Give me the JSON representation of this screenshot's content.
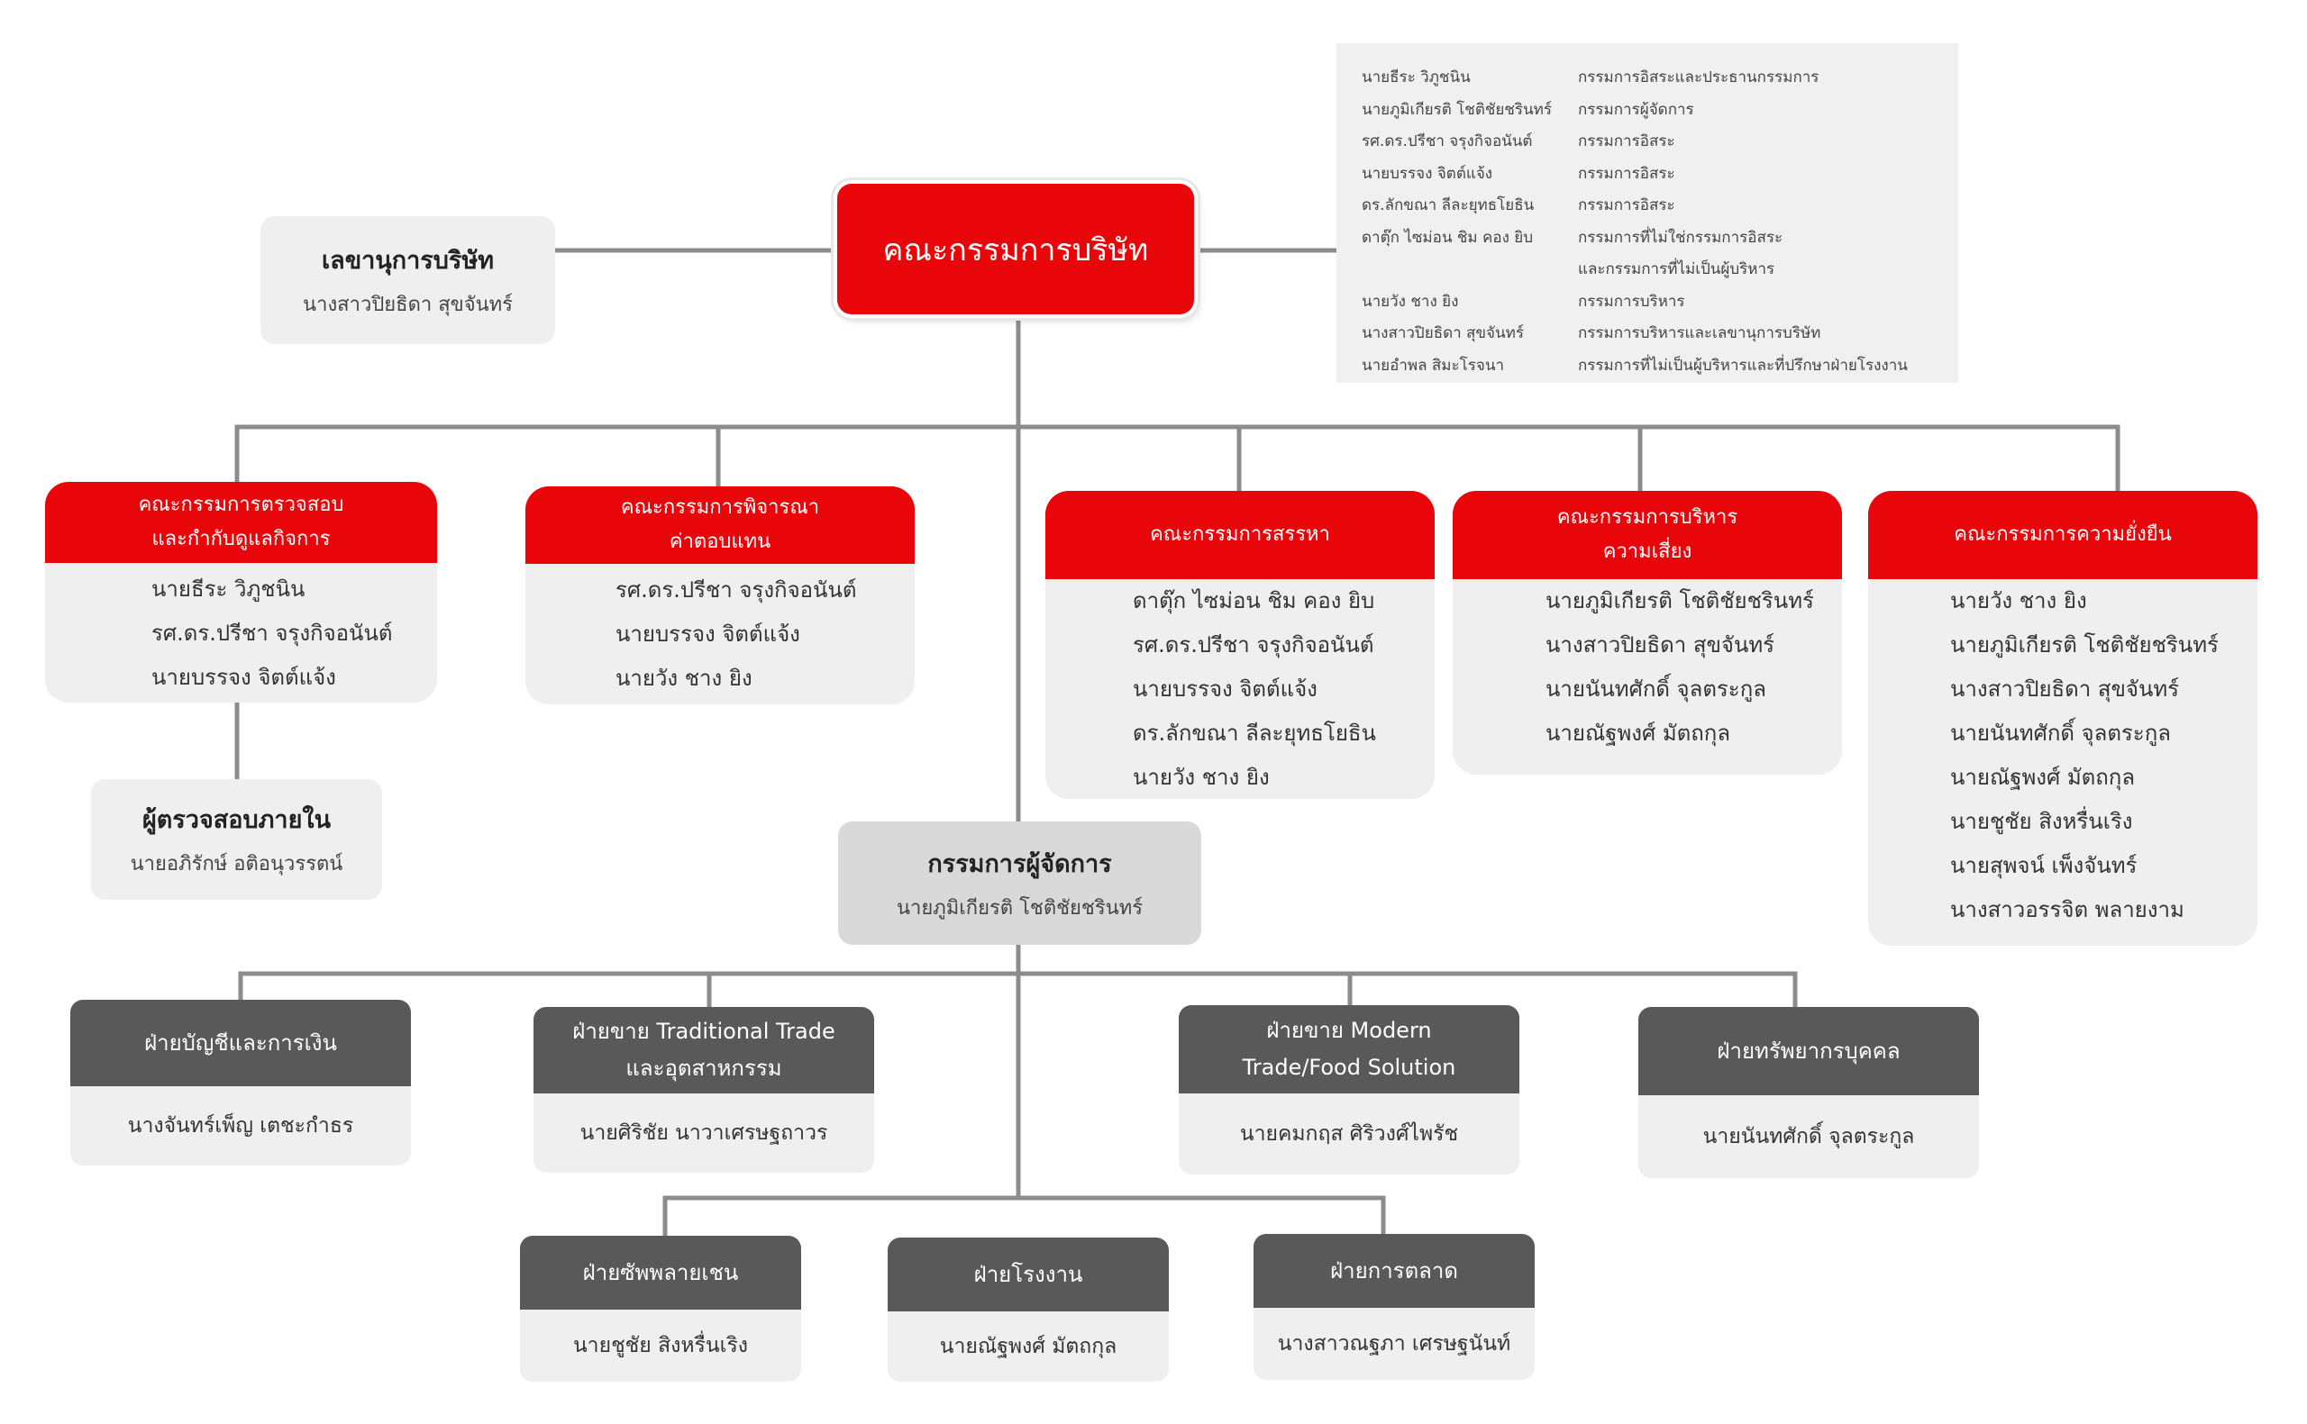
{
  "board": {
    "title": "คณะกรรมการบริษัท",
    "members": [
      {
        "name": "นายธีระ วิภูชนิน",
        "role": "กรรมการอิสระและประธานกรรมการ"
      },
      {
        "name": "นายภูมิเกียรติ โชติชัยชรินทร์",
        "role": "กรรมการผู้จัดการ"
      },
      {
        "name": "รศ.ดร.ปรีชา จรุงกิจอนันต์",
        "role": "กรรมการอิสระ"
      },
      {
        "name": "นายบรรจง จิตต์แจ้ง",
        "role": "กรรมการอิสระ"
      },
      {
        "name": "ดร.ลักขณา ลีละยุทธโยธิน",
        "role": "กรรมการอิสระ"
      },
      {
        "name": "ดาตุ๊ก ไซม่อน ชิม คอง ยิบ",
        "role": "กรรมการที่ไม่ใช่กรรมการอิสระ"
      },
      {
        "name": "",
        "role": "และกรรมการที่ไม่เป็นผู้บริหาร"
      },
      {
        "name": "นายวัง ชาง ยิง",
        "role": "กรรมการบริหาร"
      },
      {
        "name": "นางสาวปิยธิดา สุขจันทร์",
        "role": "กรรมการบริหารและเลขานุการบริษัท"
      },
      {
        "name": "นายอำพล สิมะโรจนา",
        "role": "กรรมการที่ไม่เป็นผู้บริหารและที่ปรึกษาฝ่ายโรงงาน"
      }
    ]
  },
  "secretary": {
    "title": "เลขานุการบริษัท",
    "name": "นางสาวปิยธิดา สุขจันทร์"
  },
  "internal_audit": {
    "title": "ผู้ตรวจสอบภายใน",
    "name": "นายอภิรักษ์ อติอนุวรรตน์"
  },
  "managing_director": {
    "title": "กรรมการผู้จัดการ",
    "name": "นายภูมิเกียรติ โชติชัยชรินทร์"
  },
  "committees": [
    {
      "title": [
        "คณะกรรมการตรวจสอบ",
        "และกำกับดูแลกิจการ"
      ],
      "members": [
        "นายธีระ วิภูชนิน",
        "รศ.ดร.ปรีชา จรุงกิจอนันต์",
        "นายบรรจง จิตต์แจ้ง"
      ]
    },
    {
      "title": [
        "คณะกรรมการพิจารณา",
        "ค่าตอบแทน"
      ],
      "members": [
        "รศ.ดร.ปรีชา จรุงกิจอนันต์",
        "นายบรรจง จิตต์แจ้ง",
        "นายวัง ชาง ยิง"
      ]
    },
    {
      "title": [
        "คณะกรรมการสรรหา"
      ],
      "members": [
        "ดาตุ๊ก ไซม่อน ชิม คอง ยิบ",
        "รศ.ดร.ปรีชา จรุงกิจอนันต์",
        "นายบรรจง จิตต์แจ้ง",
        "ดร.ลักขณา ลีละยุทธโยธิน",
        "นายวัง ชาง ยิง"
      ]
    },
    {
      "title": [
        "คณะกรรมการบริหาร",
        "ความเสี่ยง"
      ],
      "members": [
        "นายภูมิเกียรติ โชติชัยชรินทร์",
        "นางสาวปิยธิดา สุขจันทร์",
        "นายนันทศักดิ์ จุลตระกูล",
        "นายณัฐพงศ์ มัตถกุล"
      ]
    },
    {
      "title": [
        "คณะกรรมการความยั่งยืน"
      ],
      "members": [
        "นายวัง ชาง ยิง",
        "นายภูมิเกียรติ โชติชัยชรินทร์",
        "นางสาวปิยธิดา สุขจันทร์",
        "นายนันทศักดิ์ จุลตระกูล",
        "นายณัฐพงศ์ มัตถกุล",
        "นายชูชัย สิงหรื่นเริง",
        "นายสุพจน์ เพ็งจันทร์",
        "นางสาวอรรจิต พลายงาม"
      ]
    }
  ],
  "departments": [
    {
      "title": [
        "ฝ่ายบัญชีและการเงิน"
      ],
      "head": "นางจันทร์เพ็ญ เตชะกำธร"
    },
    {
      "title": [
        "ฝ่ายขาย Traditional Trade",
        "และอุตสาหกรรม"
      ],
      "head": "นายศิริชัย นาวาเศรษฐถาวร"
    },
    {
      "title": [
        "ฝ่ายขาย Modern",
        "Trade/Food Solution"
      ],
      "head": "นายคมกฤส ศิริวงศ์ไพรัช"
    },
    {
      "title": [
        "ฝ่ายทรัพยากรบุคคล"
      ],
      "head": "นายนันทศักดิ์ จุลตระกูล"
    },
    {
      "title": [
        "ฝ่ายซัพพลายเชน"
      ],
      "head": "นายชูชัย  สิงหรื่นเริง"
    },
    {
      "title": [
        "ฝ่ายโรงงาน"
      ],
      "head": "นายณัฐพงศ์  มัตถกุล"
    },
    {
      "title": [
        "ฝ่ายการตลาด"
      ],
      "head": "นางสาวณฐภา เศรษฐนันท์"
    }
  ],
  "colors": {
    "red": "#e8060b",
    "dark": "#595959",
    "light": "#efefef",
    "line": "#8c8c8c"
  }
}
